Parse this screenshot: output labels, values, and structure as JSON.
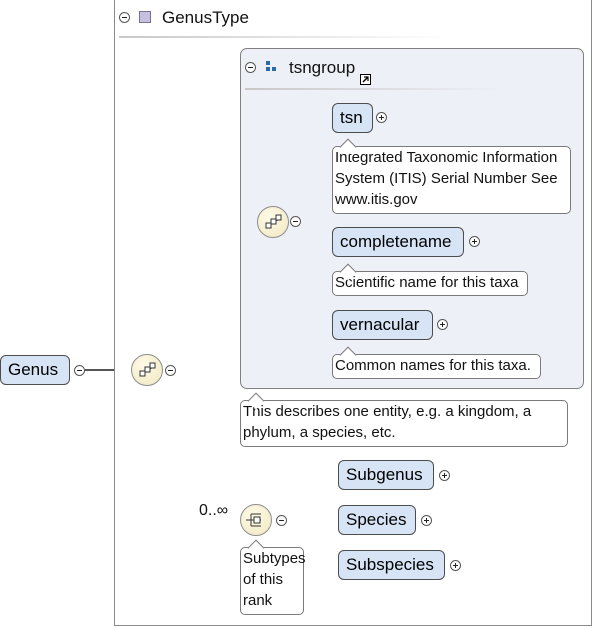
{
  "complex_type": {
    "name": "GenusType"
  },
  "group": {
    "name": "tsngroup"
  },
  "root_element": {
    "name": "Genus"
  },
  "group_children": [
    {
      "name": "tsn",
      "annotation": "Integrated Taxonomic Information System (ITIS) Serial Number See www.itis.gov"
    },
    {
      "name": "completename",
      "annotation": "Scientific name for this taxa"
    },
    {
      "name": "vernacular",
      "annotation": "Common names for this taxa."
    }
  ],
  "type_annotation": "This describes one entity, e.g. a kingdom, a phylum, a species, etc.",
  "choice": {
    "occurrence": "0..∞",
    "annotation": "Subtypes of this rank",
    "options": [
      "Subgenus",
      "Species",
      "Subspecies"
    ]
  }
}
